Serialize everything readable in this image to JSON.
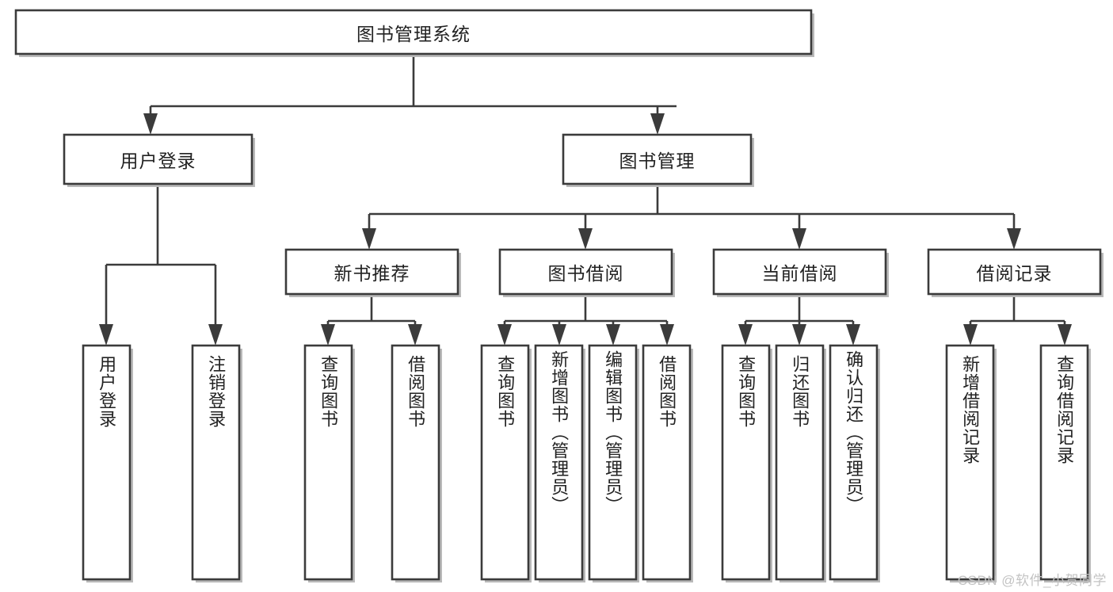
{
  "diagram": {
    "type": "tree-hierarchy",
    "title": "图书管理系统",
    "orientation": "top-down",
    "colors": {
      "box_stroke": "#3b3b3b",
      "box_fill": "#ffffff",
      "text": "#222222",
      "watermark": "#c3c3c3",
      "background": "#ffffff"
    },
    "root": {
      "label": "图书管理系统"
    },
    "level1": [
      {
        "label": "用户登录"
      },
      {
        "label": "图书管理"
      }
    ],
    "level2": [
      {
        "label": "新书推荐"
      },
      {
        "label": "图书借阅"
      },
      {
        "label": "当前借阅"
      },
      {
        "label": "借阅记录"
      }
    ],
    "leaves": {
      "user_login": [
        "用户登录",
        "注销登录"
      ],
      "new_book_recommend": [
        "查询图书",
        "借阅图书"
      ],
      "book_borrow": [
        "查询图书",
        "新增图书（管理员）",
        "编辑图书（管理员）",
        "借阅图书"
      ],
      "current_borrow": [
        "查询图书",
        "归还图书",
        "确认归还（管理员）"
      ],
      "borrow_record": [
        "新增借阅记录",
        "查询借阅记录"
      ]
    }
  },
  "watermark": {
    "text": "CSDN @软件_小贺同学"
  }
}
